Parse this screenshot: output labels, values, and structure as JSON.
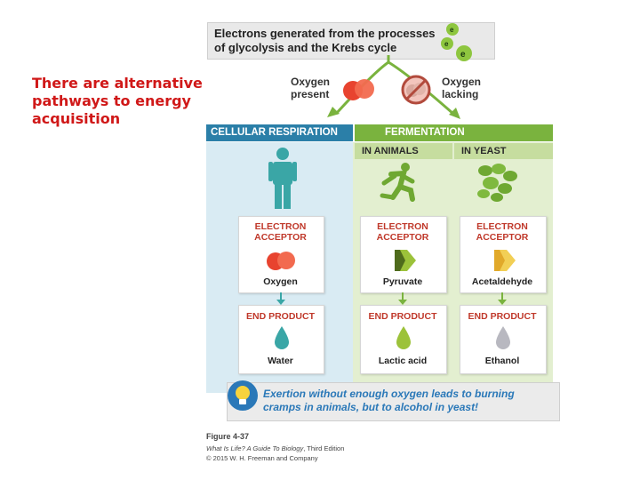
{
  "side_note": [
    "There are alternative",
    "pathways to energy",
    "acquisition"
  ],
  "top_box": {
    "lines": [
      "Electrons generated from the processes",
      "of glycolysis and the Krebs cycle"
    ],
    "electron_symbol": "e"
  },
  "branch": {
    "present": [
      "Oxygen",
      "present"
    ],
    "lacking": [
      "Oxygen",
      "lacking"
    ]
  },
  "headers": {
    "respiration": "CELLULAR RESPIRATION",
    "fermentation": "FERMENTATION",
    "animals": "IN ANIMALS",
    "yeast": "IN YEAST"
  },
  "acceptor_title": [
    "ELECTRON",
    "ACCEPTOR"
  ],
  "product_title": "END PRODUCT",
  "columns": [
    {
      "acceptor": "Oxygen",
      "product": "Water",
      "drop_color": "#3aa6a6"
    },
    {
      "acceptor": "Pyruvate",
      "product": "Lactic acid",
      "drop_color": "#9cc23a"
    },
    {
      "acceptor": "Acetaldehyde",
      "product": "Ethanol",
      "drop_color": "#b8b8c0"
    }
  ],
  "callout": [
    "Exertion without enough oxygen leads to burning",
    "cramps in animals, but to alcohol in yeast!"
  ],
  "credit": {
    "figure": "Figure 4-37",
    "book_italic": "What Is Life? A Guide To Biology",
    "book_rest": ", Third Edition",
    "copyright": "© 2015 W. H. Freeman and Company"
  },
  "colors": {
    "respiration": "#2b7fa8",
    "fermentation": "#7ab33e",
    "callout_text": "#2a78b8",
    "side_note": "#d01818"
  },
  "icons": [
    "electron-icon",
    "oxygen-molecule-icon",
    "no-oxygen-icon",
    "person-icon",
    "running-person-icon",
    "yeast-cells-icon",
    "pyruvate-icon",
    "acetaldehyde-icon",
    "drop-icon",
    "lightbulb-icon",
    "arrow-icon"
  ]
}
